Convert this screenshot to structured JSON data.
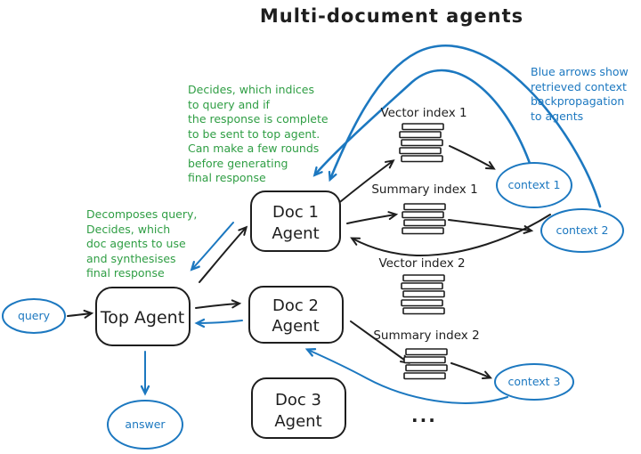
{
  "title": "Multi-document agents",
  "colors": {
    "blue": "#1c78c0",
    "green": "#2f9e44",
    "ink": "#1e1e1e"
  },
  "nodes": {
    "query": {
      "label": "query"
    },
    "top_agent": {
      "label": "Top Agent"
    },
    "answer": {
      "label": "answer"
    },
    "doc1": {
      "line1": "Doc 1",
      "line2": "Agent"
    },
    "doc2": {
      "line1": "Doc 2",
      "line2": "Agent"
    },
    "doc3": {
      "line1": "Doc 3",
      "line2": "Agent"
    },
    "context1": {
      "label": "context 1"
    },
    "context2": {
      "label": "context 2"
    },
    "context3": {
      "label": "context 3"
    }
  },
  "indexes": {
    "vector1": {
      "label": "Vector index 1"
    },
    "summary1": {
      "label": "Summary index 1"
    },
    "vector2": {
      "label": "Vector index 2"
    },
    "summary2": {
      "label": "Summary index 2"
    }
  },
  "annotations": {
    "doc_agents_note": "Decides, which indices\nto query and if\nthe response is complete\nto be sent to top agent.\nCan make a few rounds\nbefore generating\nfinal response",
    "top_agent_note": "Decomposes query,\nDecides, which\ndoc agents to use\nand synthesises\nfinal response",
    "blue_arrows_note": "Blue arrows show\nretrieved context\nbackpropagation\nto agents"
  },
  "ellipsis": "..."
}
